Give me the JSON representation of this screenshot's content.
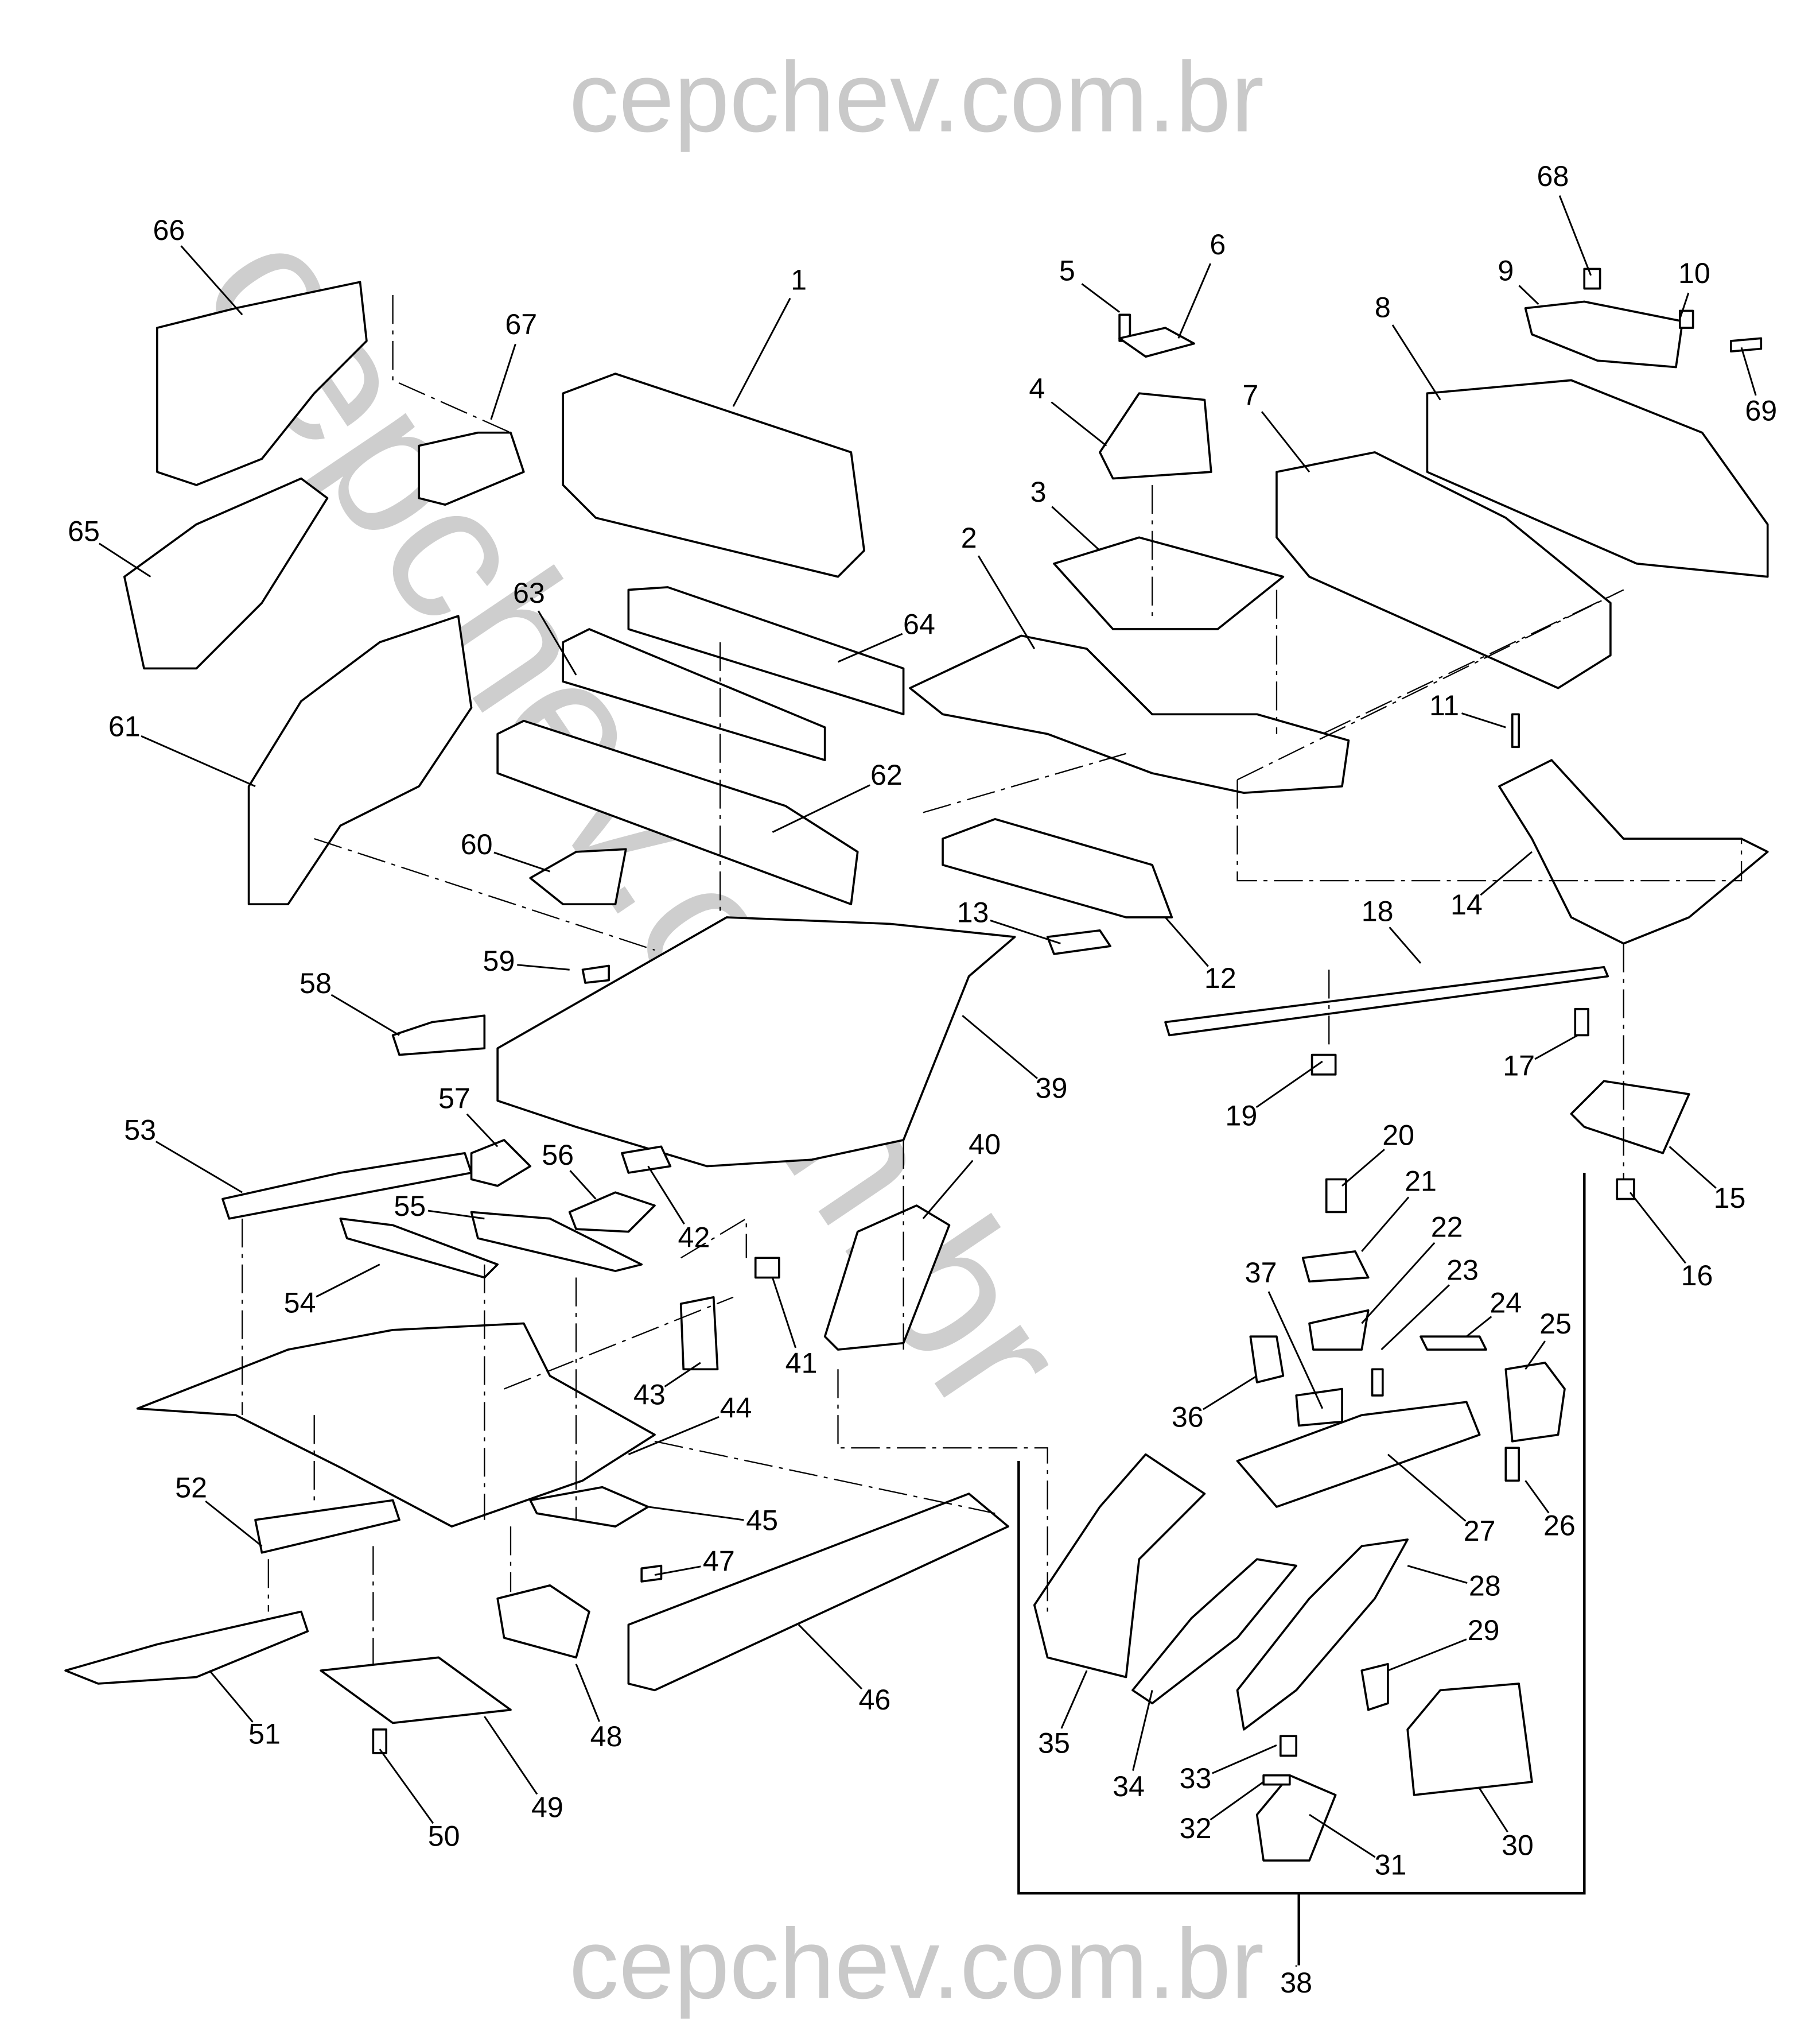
{
  "watermark": {
    "top": "cepchev.com.br",
    "bottom": "cepchev.com.br",
    "diagonal": "cepchev.com.br"
  },
  "callouts": [
    "1",
    "2",
    "3",
    "4",
    "5",
    "6",
    "7",
    "8",
    "9",
    "10",
    "11",
    "12",
    "13",
    "14",
    "15",
    "16",
    "17",
    "18",
    "19",
    "20",
    "21",
    "22",
    "23",
    "24",
    "25",
    "26",
    "27",
    "28",
    "29",
    "30",
    "31",
    "32",
    "33",
    "34",
    "35",
    "36",
    "37",
    "38",
    "39",
    "40",
    "41",
    "42",
    "43",
    "44",
    "45",
    "46",
    "47",
    "48",
    "49",
    "50",
    "51",
    "52",
    "53",
    "54",
    "55",
    "56",
    "57",
    "58",
    "59",
    "60",
    "61",
    "62",
    "63",
    "64",
    "65",
    "66",
    "67",
    "68",
    "69"
  ]
}
